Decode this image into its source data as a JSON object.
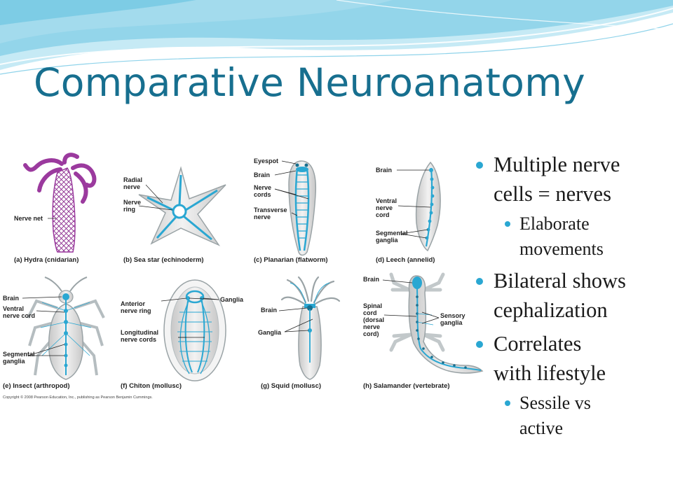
{
  "slide": {
    "title": "Comparative Neuroanatomy",
    "accent_color": "#176f8f",
    "bullet_color": "#2aa7d2"
  },
  "figure": {
    "panels": {
      "a": {
        "caption": "(a) Hydra (cnidarian)",
        "labels": [
          "Nerve net"
        ]
      },
      "b": {
        "caption": "(b) Sea star (echinoderm)",
        "labels": [
          "Radial",
          "nerve",
          "Nerve",
          "ring"
        ]
      },
      "c": {
        "caption": "(c) Planarian (flatworm)",
        "labels": [
          "Eyespot",
          "Brain",
          "Nerve",
          "cords",
          "Transverse",
          "nerve"
        ]
      },
      "d": {
        "caption": "(d) Leech (annelid)",
        "labels": [
          "Brain",
          "Ventral",
          "nerve",
          "cord",
          "Segmental",
          "ganglia"
        ]
      },
      "e": {
        "caption": "(e) Insect (arthropod)",
        "labels": [
          "Brain",
          "Ventral",
          "nerve cord",
          "Segmental",
          "ganglia"
        ]
      },
      "f": {
        "caption": "(f) Chiton (mollusc)",
        "labels": [
          "Anterior",
          "nerve ring",
          "Ganglia",
          "Longitudinal",
          "nerve cords"
        ]
      },
      "g": {
        "caption": "(g) Squid (mollusc)",
        "labels": [
          "Brain",
          "Ganglia"
        ]
      },
      "h": {
        "caption": "(h) Salamander (vertebrate)",
        "labels": [
          "Brain",
          "Spinal",
          "cord",
          "(dorsal",
          "nerve",
          "cord)",
          "Sensory",
          "ganglia"
        ]
      }
    },
    "copyright": "Copyright © 2008 Pearson Education, Inc., publishing as Pearson Benjamin Cummings."
  },
  "bullets": {
    "b1": {
      "line1": "Multiple nerve",
      "line2": "cells = nerves"
    },
    "b1a": {
      "line1": "Elaborate",
      "line2": "movements"
    },
    "b2": {
      "line1": "Bilateral shows",
      "line2": "cephalization"
    },
    "b3": {
      "line1": "Correlates",
      "line2": "with lifestyle"
    },
    "b3a": {
      "line1": "Sessile vs",
      "line2": "active"
    }
  }
}
